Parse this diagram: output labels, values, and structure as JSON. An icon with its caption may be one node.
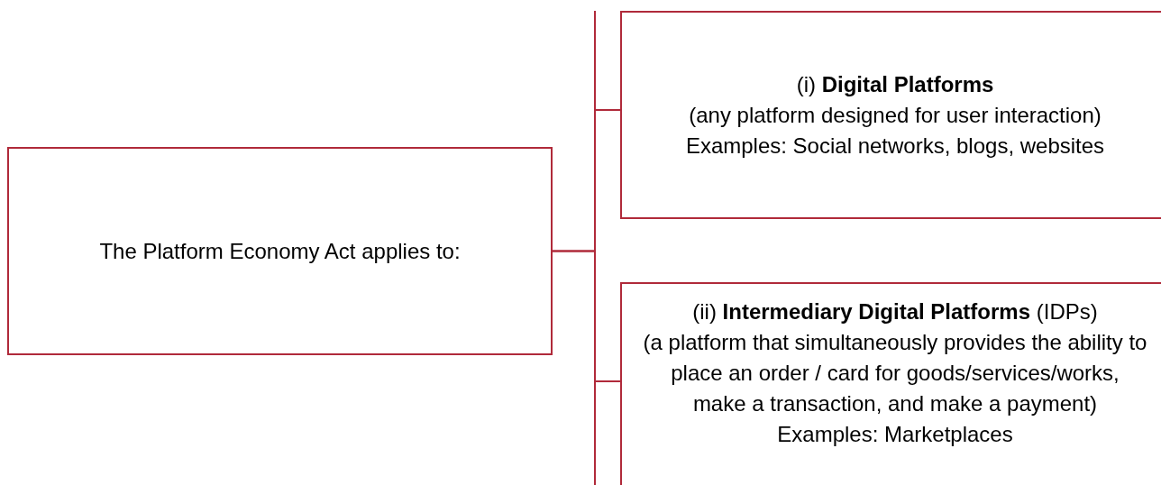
{
  "diagram": {
    "nodes": [
      {
        "text": [
          "The Platform Economy Act applies to:"
        ]
      },
      {
        "text": [
          "(i) **Digital Platforms**",
          "(any platform designed for user interaction)",
          "Examples: Social networks, blogs, websites"
        ]
      },
      {
        "text": [
          "(ii) **Intermediary Digital Platforms** (IDPs)",
          "(a platform that simultaneously provides the ability to place an order / card for goods/services/works, make a transaction, and make a payment)",
          "Examples: Marketplaces"
        ]
      }
    ],
    "edges": [
      {
        "from": 0,
        "to": 1,
        "arrow": "none"
      },
      {
        "from": 0,
        "to": 2,
        "arrow": "none"
      }
    ]
  }
}
